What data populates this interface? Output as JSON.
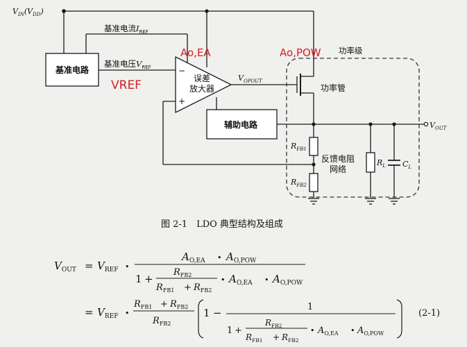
{
  "diagram": {
    "vin_label": "V",
    "vin_sub": "IN",
    "vin_paren": "(V",
    "vin_dd": "DD",
    "vin_close": ")",
    "iref_label": "基准电流",
    "iref_sym": "I",
    "iref_sub": "REF",
    "vref_label": "基准电压",
    "vref_sym": "V",
    "vref_sub": "REF",
    "bandgap_block": "基准电路",
    "amp_line1": "误差",
    "amp_line2": "放大器",
    "minus_sign": "−",
    "plus_sign": "+",
    "aux_block": "辅助电路",
    "vopout_sym": "V",
    "vopout_sub": "OPOUT",
    "power_tube": "功率管",
    "power_stage": "功率级",
    "vout_sym": "V",
    "vout_sub": "OUT",
    "rfb1_sym": "R",
    "rfb1_sub": "FB1",
    "rfb2_sym": "R",
    "rfb2_sub": "FB2",
    "feedback_line1": "反馈电阻",
    "feedback_line2": "网络",
    "rl_sym": "R",
    "rl_sub": "L",
    "cl_sym": "C",
    "cl_sub": "L",
    "annot_aoea": "Ao,EA",
    "annot_aopow": "Ao,POW",
    "annot_vref": "VREF"
  },
  "caption": "图 2-1　LDO 典型结构及组成",
  "equation": {
    "lhs": "V",
    "lhs_sub": "OUT",
    "eq": "=",
    "vref": "V",
    "vref_sub": "REF",
    "dot": "•",
    "num1": "A",
    "num1_sub": "O,EA",
    "num2": "A",
    "num2_sub": "O,POW",
    "one": "1",
    "plus": "+",
    "minus": "−",
    "rfb2": "R",
    "rfb2_sub": "FB2",
    "rfb1": "R",
    "rfb1_sub": "FB1",
    "eq_number": "(2-1)"
  },
  "colors": {
    "line": "#1a1a1a",
    "block_fill": "#ffffff",
    "annotation": "#d42020",
    "dashed": "#333333",
    "background": "#f0f0ee"
  }
}
